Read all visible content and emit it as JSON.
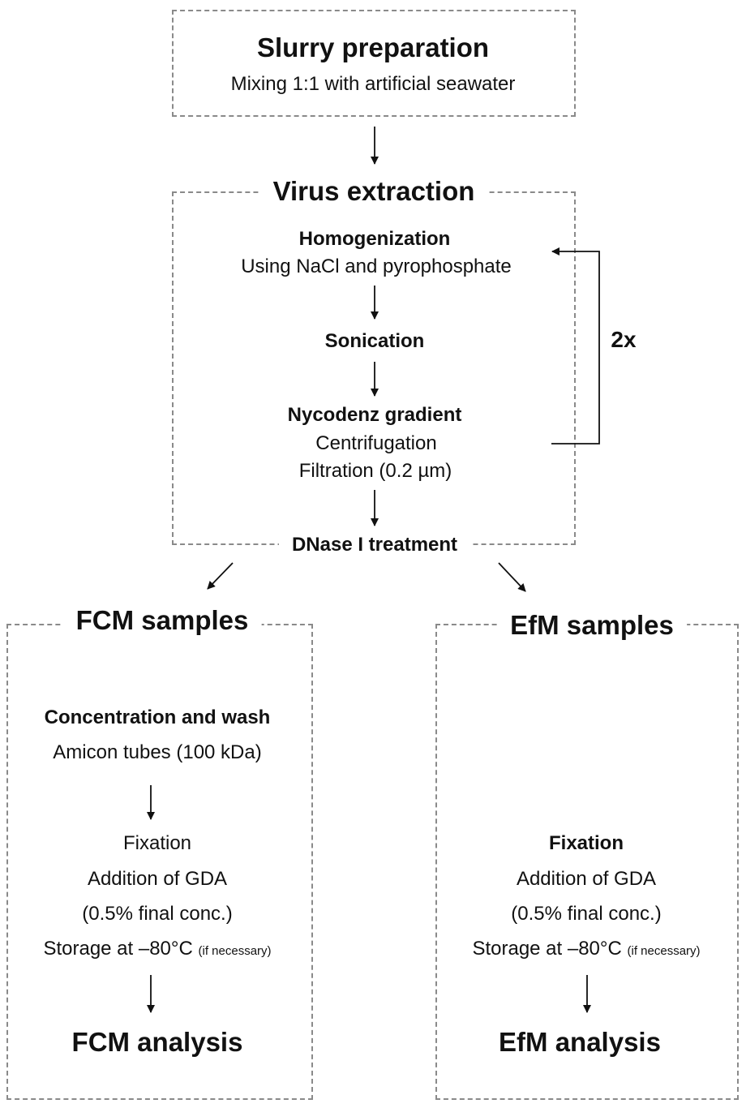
{
  "slurry": {
    "title": "Slurry preparation",
    "subtitle": "Mixing 1:1 with artificial seawater"
  },
  "virus_extraction": {
    "title": "Virus extraction",
    "homogenization": {
      "title": "Homogenization",
      "detail": "Using NaCl and pyrophosphate"
    },
    "sonication": "Sonication",
    "nycodenz": {
      "title": "Nycodenz gradient",
      "centrifugation": "Centrifugation",
      "filtration": "Filtration (0.2 µm)"
    },
    "repeat_label": "2x",
    "dnase": "DNase I treatment"
  },
  "fcm": {
    "title": "FCM samples",
    "concentration": {
      "title": "Concentration and wash",
      "detail": "Amicon tubes (100 kDa)"
    },
    "fixation": "Fixation",
    "addition": "Addition of GDA",
    "conc": "(0.5% final conc.)",
    "storage": "Storage at –80°C",
    "storage_note": "(if necessary)",
    "analysis": "FCM analysis"
  },
  "efm": {
    "title": "EfM samples",
    "fixation": "Fixation",
    "addition": "Addition of GDA",
    "conc": "(0.5% final conc.)",
    "storage": "Storage at –80°C",
    "storage_note": "(if necessary)",
    "analysis": "EfM analysis"
  },
  "colors": {
    "border": "#8a8a8a",
    "text": "#111111",
    "arrow": "#111111"
  }
}
